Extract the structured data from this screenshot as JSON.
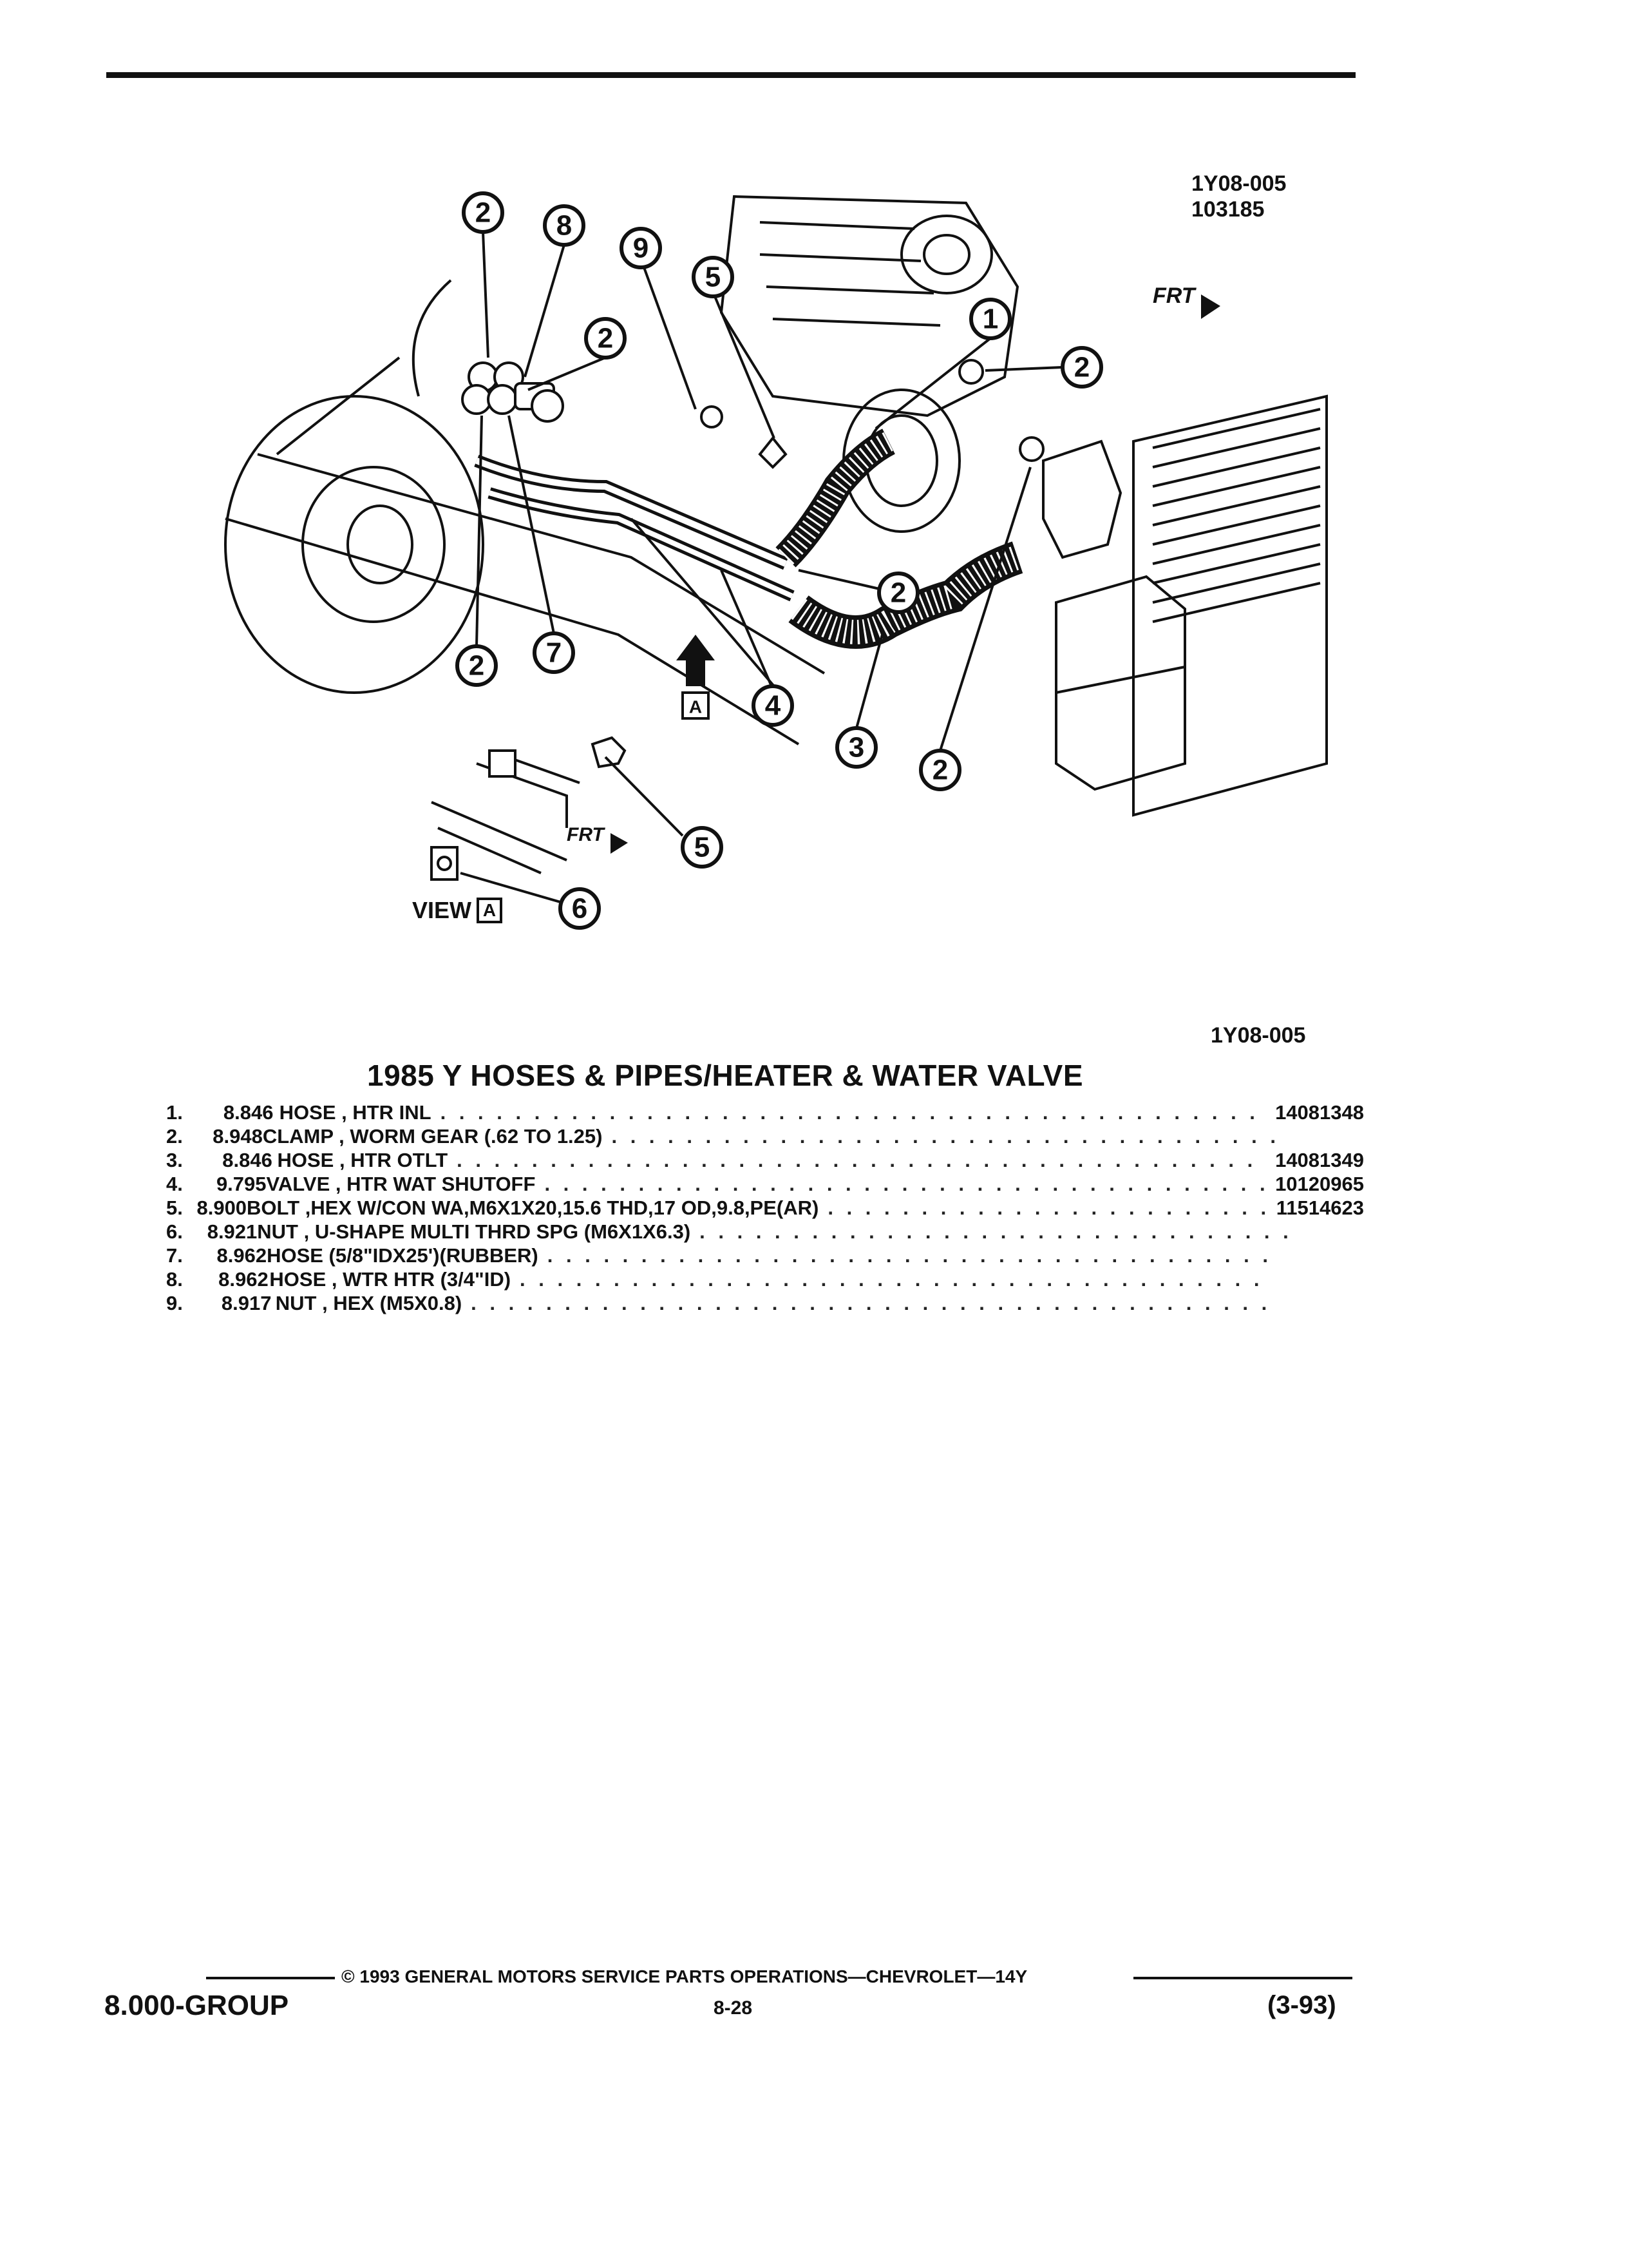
{
  "header": {
    "figure_id": "1Y08-005",
    "figure_date": "103185",
    "front_marker": "FRT"
  },
  "diagram": {
    "view_label": "VIEW",
    "view_marker": "A",
    "callouts": [
      "1",
      "2",
      "3",
      "4",
      "5",
      "6",
      "7",
      "8",
      "9"
    ]
  },
  "figure_code": "1Y08-005",
  "title": "1985 Y HOSES & PIPES/HEATER & WATER VALVE",
  "parts": [
    {
      "num": "1.",
      "group": "8.846",
      "desc": "HOSE , HTR INL",
      "pn": "14081348"
    },
    {
      "num": "2.",
      "group": "8.948",
      "desc": "CLAMP , WORM GEAR (.62 TO 1.25)",
      "pn": ""
    },
    {
      "num": "3.",
      "group": "8.846",
      "desc": "HOSE , HTR OTLT",
      "pn": "14081349"
    },
    {
      "num": "4.",
      "group": "9.795",
      "desc": "VALVE , HTR WAT SHUTOFF",
      "pn": "10120965"
    },
    {
      "num": "5.",
      "group": "8.900",
      "desc": "BOLT ,HEX W/CON WA,M6X1X20,15.6 THD,17 OD,9.8,PE(AR)",
      "pn": "11514623"
    },
    {
      "num": "6.",
      "group": "8.921",
      "desc": "NUT , U-SHAPE MULTI THRD SPG (M6X1X6.3)",
      "pn": ""
    },
    {
      "num": "7.",
      "group": "8.962",
      "desc": "HOSE (5/8\"IDX25')(RUBBER)",
      "pn": ""
    },
    {
      "num": "8.",
      "group": "8.962",
      "desc": "HOSE , WTR HTR (3/4\"ID)",
      "pn": ""
    },
    {
      "num": "9.",
      "group": "8.917",
      "desc": "NUT , HEX (M5X0.8)",
      "pn": ""
    }
  ],
  "footer": {
    "copyright": "© 1993 GENERAL MOTORS SERVICE PARTS OPERATIONS—CHEVROLET—14Y",
    "group": "8.000-GROUP",
    "page": "8-28",
    "revision": "(3-93)"
  }
}
